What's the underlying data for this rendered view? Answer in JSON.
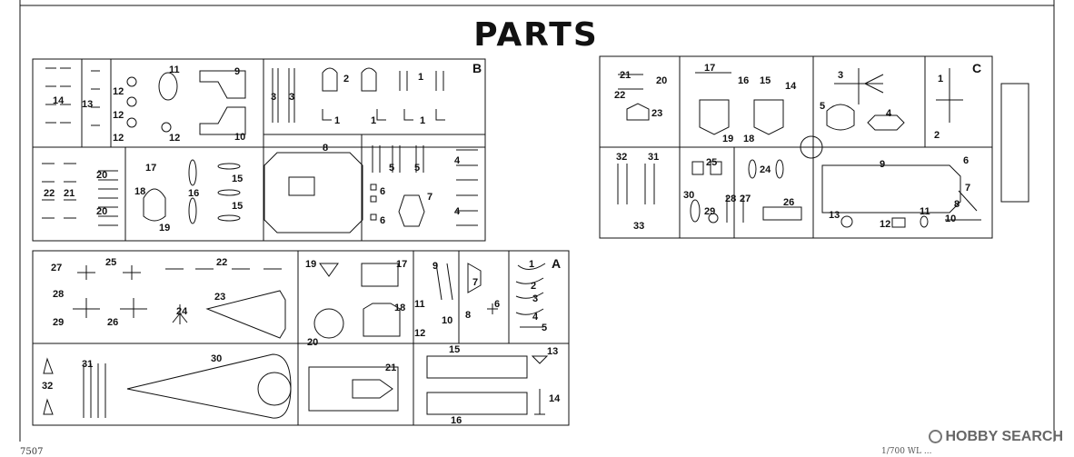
{
  "title": "PARTS",
  "watermark": "HOBBY SEARCH",
  "footer_left": "7507",
  "footer_right": "1/700 WL ...",
  "sprues": {
    "B": {
      "label": "B",
      "parts": [
        "14",
        "13",
        "12",
        "12",
        "12",
        "11",
        "9",
        "10",
        "12",
        "3",
        "3",
        "2",
        "1",
        "1",
        "1",
        "1",
        "8",
        "5",
        "5",
        "4",
        "4",
        "6",
        "6",
        "7",
        "22",
        "21",
        "20",
        "20",
        "17",
        "18",
        "16",
        "15",
        "15",
        "19"
      ]
    },
    "C": {
      "label": "C",
      "parts": [
        "21",
        "20",
        "22",
        "23",
        "17",
        "16",
        "15",
        "14",
        "19",
        "18",
        "3",
        "5",
        "4",
        "1",
        "2",
        "32",
        "31",
        "33",
        "25",
        "24",
        "30",
        "29",
        "28",
        "27",
        "26",
        "9",
        "6",
        "7",
        "8",
        "13",
        "12",
        "11",
        "10"
      ]
    },
    "A": {
      "label": "A",
      "parts": [
        "27",
        "25",
        "22",
        "23",
        "28",
        "29",
        "26",
        "24",
        "19",
        "17",
        "18",
        "20",
        "9",
        "7",
        "11",
        "6",
        "12",
        "10",
        "8",
        "1",
        "2",
        "3",
        "4",
        "5",
        "30",
        "31",
        "32",
        "21",
        "15",
        "13",
        "14",
        "16"
      ]
    }
  }
}
